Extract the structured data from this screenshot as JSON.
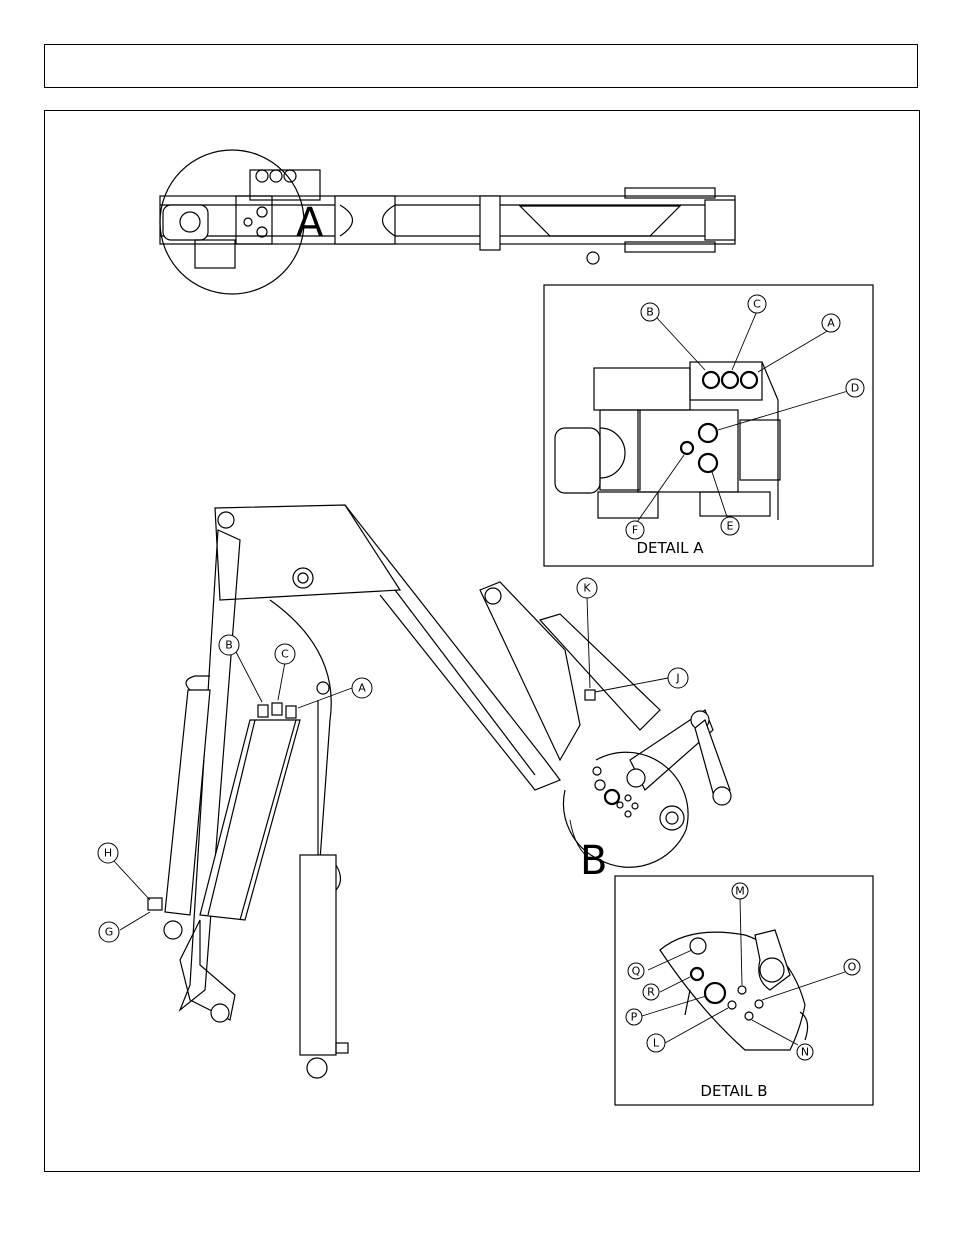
{
  "header": {
    "title": ""
  },
  "top_view": {
    "detail_marker": "A"
  },
  "side_view": {
    "detail_marker": "B"
  },
  "detail_a": {
    "title": "DETAIL A",
    "callouts": [
      "A",
      "B",
      "C",
      "D",
      "E",
      "F"
    ]
  },
  "detail_b": {
    "title": "DETAIL B",
    "callouts": [
      "L",
      "M",
      "N",
      "O",
      "P",
      "Q",
      "R"
    ]
  },
  "side_callouts": [
    "A",
    "B",
    "C",
    "G",
    "H",
    "J",
    "K"
  ]
}
